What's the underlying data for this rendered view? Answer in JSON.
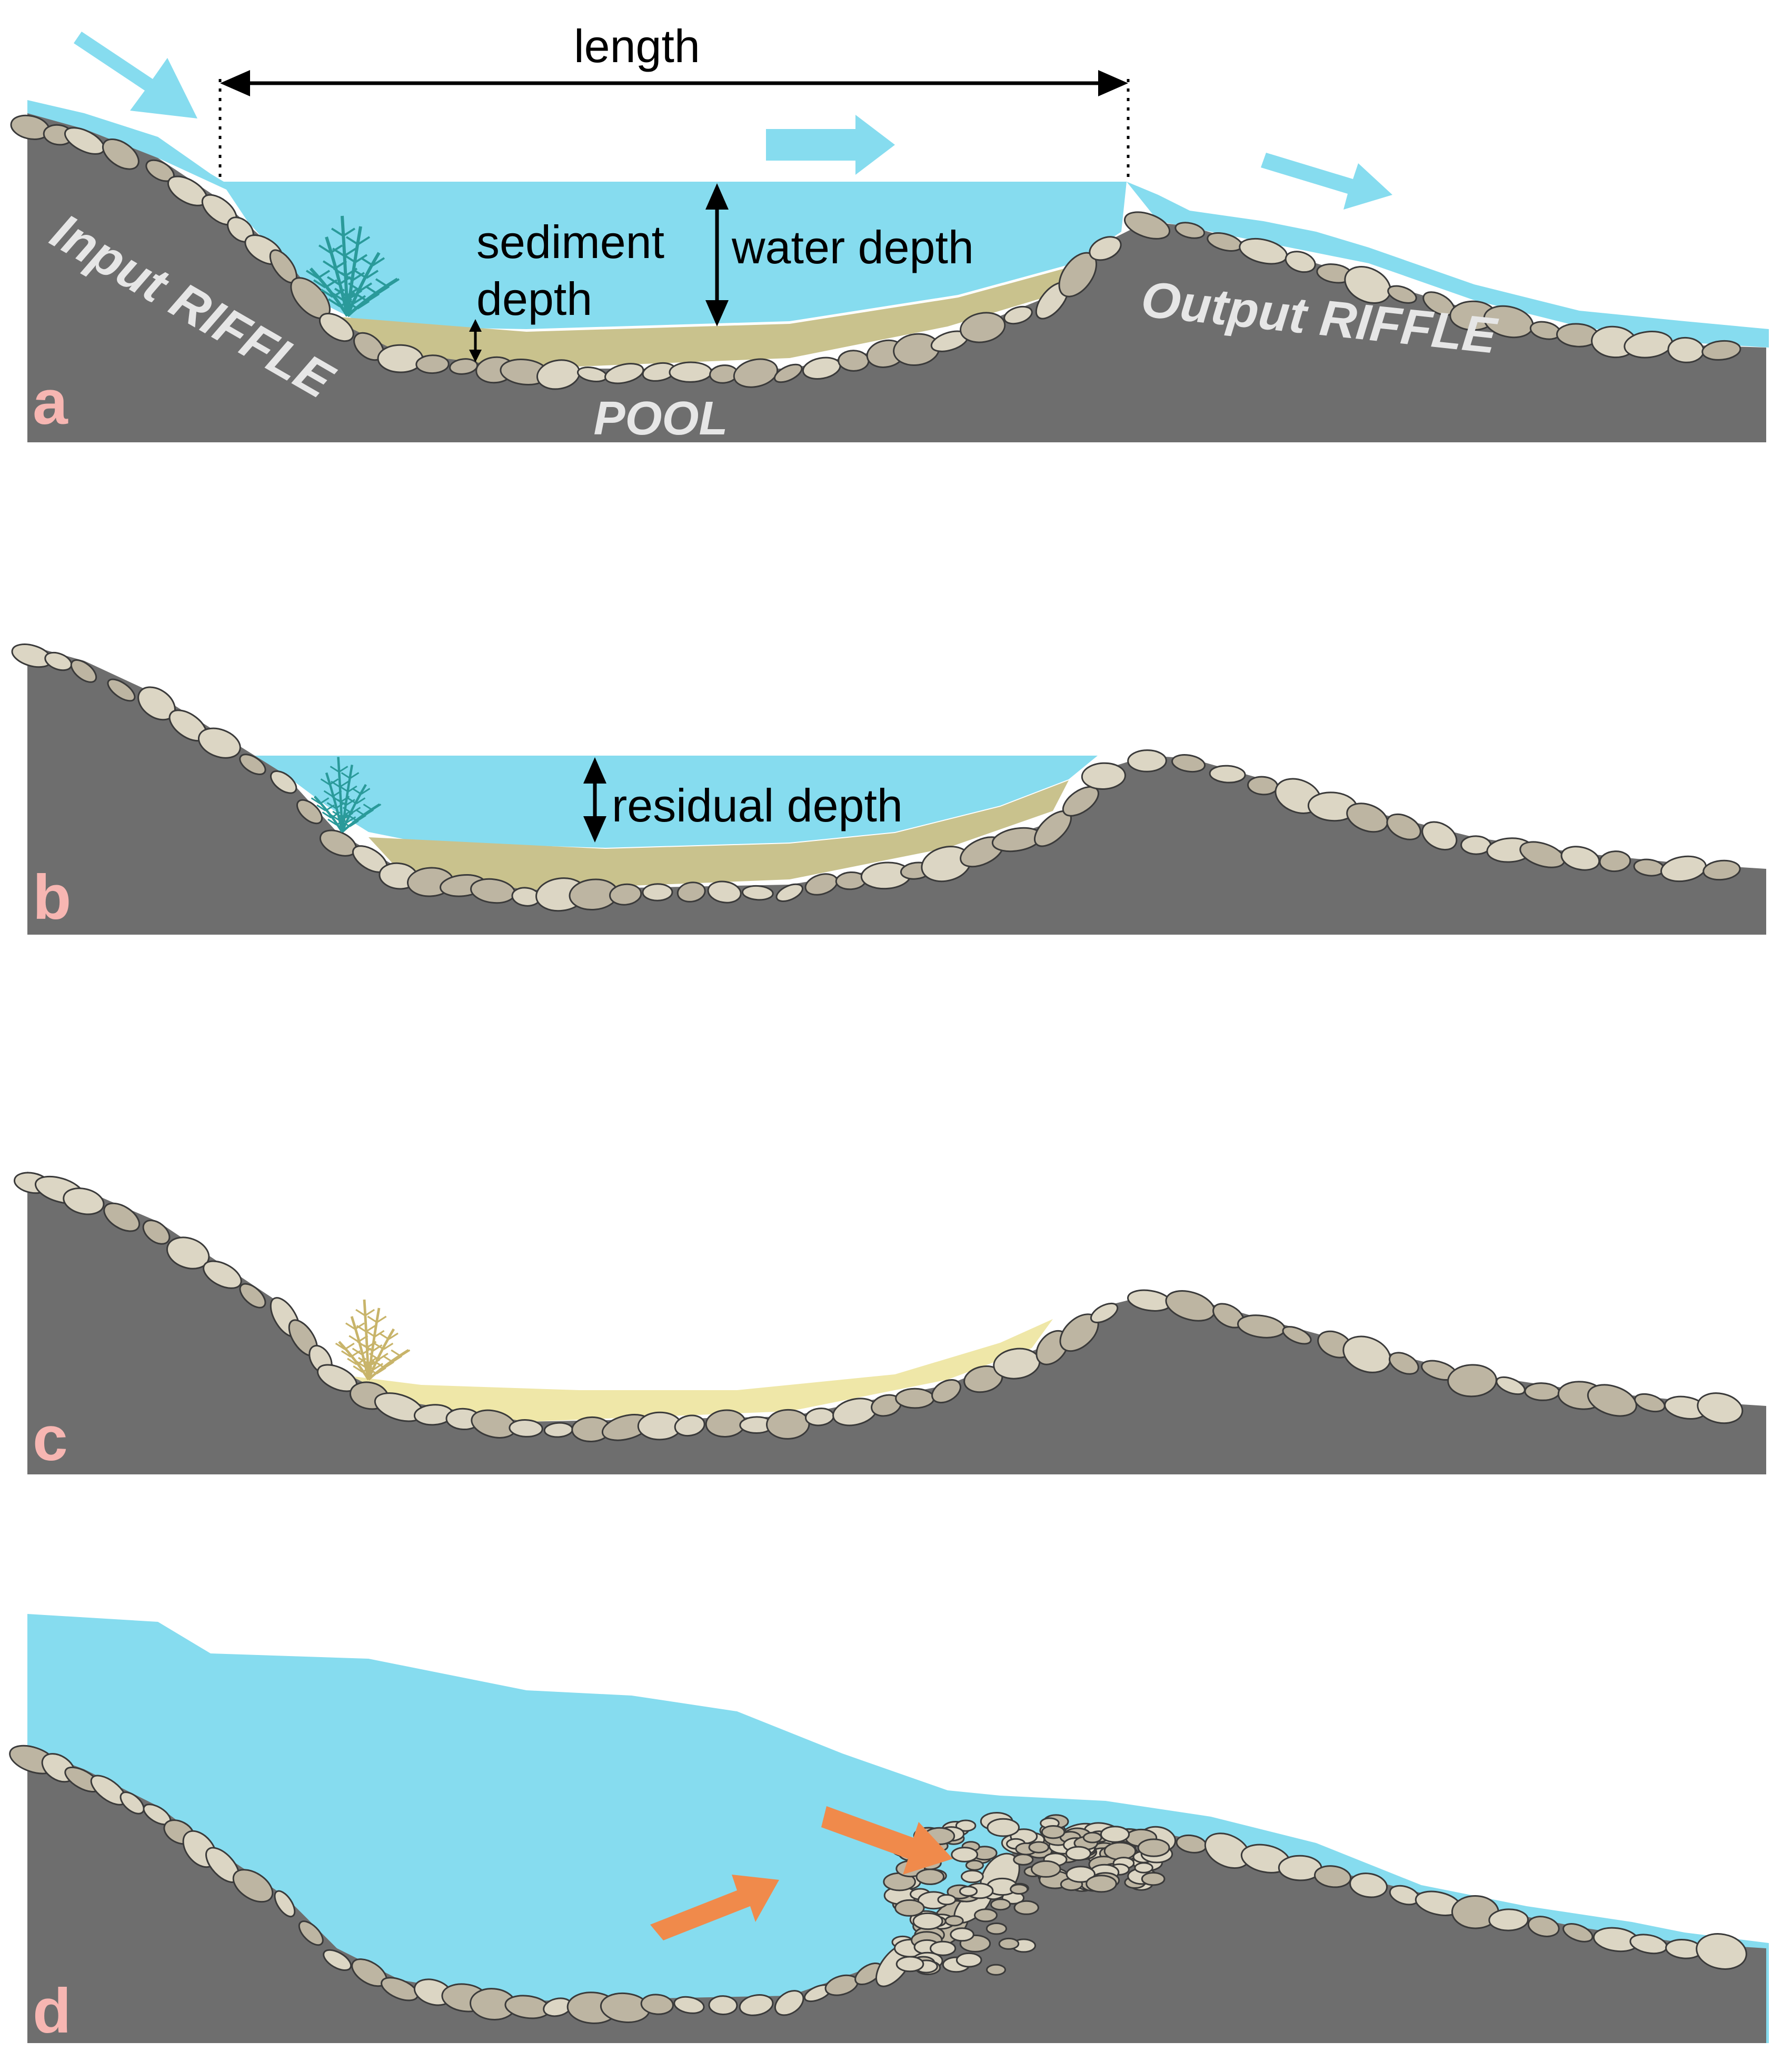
{
  "labels": {
    "length": "length",
    "water_depth": "water depth",
    "sediment_line1": "sediment",
    "sediment_line2": "depth",
    "input_riffle": "Input RIFFLE",
    "output_riffle": "Output RIFFLE",
    "pool": "POOL",
    "residual_depth": "residual depth"
  },
  "panels": [
    "a",
    "b",
    "c",
    "d"
  ],
  "colors": {
    "water": "#86dcef",
    "ground": "#6e6e6e",
    "sediment_wet": "#c9c28d",
    "sediment_dry": "#efe7a8",
    "stone_light": "#dcd6c4",
    "stone_mid": "#bdb5a2",
    "stone_stroke": "#3a3a3a",
    "plant_wet": "#2a9a9a",
    "plant_dry": "#c8b46a",
    "flow_arrow": "#86dcef",
    "flood_arrow": "#f08a4b",
    "panel_letter": "#f7b6b2"
  },
  "icons": {
    "flow": "flow-arrow-icon",
    "flood_flow": "flood-arrow-icon",
    "plant": "aquatic-plant-icon"
  }
}
